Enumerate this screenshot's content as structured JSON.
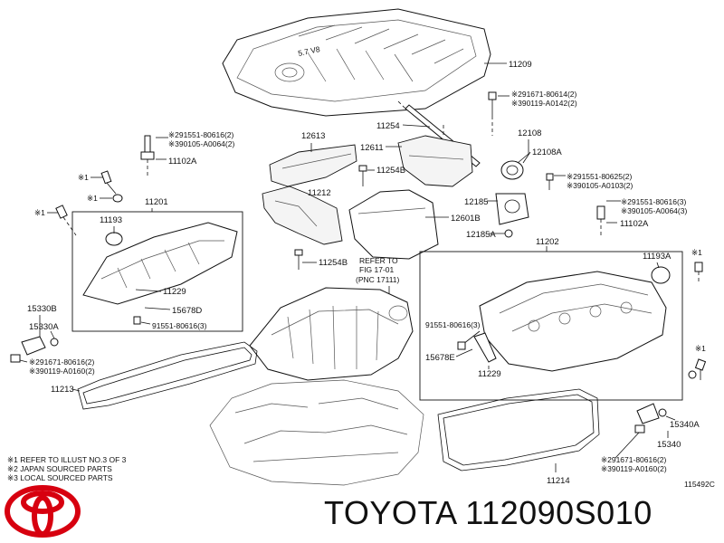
{
  "labels": {
    "p11209": "11209",
    "n1_291671_80614": "※291671-80614(2)",
    "n3_390119_A0142": "※390119-A0142(2)",
    "p11254": "11254",
    "p12108": "12108",
    "p12108A": "12108A",
    "n2_291551_80625": "※291551-80625(2)",
    "n3_390105_A0103": "※390105-A0103(2)",
    "p12185": "12185",
    "p12185A": "12185A",
    "n2_291551_80616_r": "※291551-80616(3)",
    "n3_390105_A0064_r": "※390105-A0064(3)",
    "p11102A_r": "11102A",
    "p12613": "12613",
    "p12611": "12611",
    "p11254B_top": "11254B",
    "p11212": "11212",
    "p12601B": "12601B",
    "p11254B_mid": "11254B",
    "refer1": "REFER TO",
    "refer2": "FIG 17-01",
    "refer3": "(PNC 17111)",
    "n2_291551_80616_l": "※291551-80616(2)",
    "n3_390105_A0064_l": "※390105-A0064(2)",
    "p11102A_l": "11102A",
    "m1_a": "※1",
    "m1_b": "※1",
    "m1_c": "※1",
    "p11201": "11201",
    "p11193_l": "11193",
    "p11229_l": "11229",
    "p15678D": "15678D",
    "p91551_80616_l": "91551-80616(3)",
    "p15330B": "15330B",
    "p15330A": "15330A",
    "n1_291671_80616_l": "※291671-80616(2)",
    "n3_390119_A0160_l": "※390119-A0160(2)",
    "p11213": "11213",
    "p11202": "11202",
    "p11193A": "11193A",
    "m1_r1": "※1",
    "m1_r2": "※1",
    "p91551_80616_r": "91551-80616(3)",
    "p15678E": "15678E",
    "p11229_r": "11229",
    "p15340A": "15340A",
    "p15340": "15340",
    "p11214": "11214",
    "n1_291671_80616_r": "※291671-80616(2)",
    "n3_390119_A0160_r": "※390119-A0160(2)",
    "legend1": "※1  REFER TO ILLUST NO.3 OF 3",
    "legend2": "※2  JAPAN SOURCED PARTS",
    "legend3": "※3  LOCAL SOURCED PARTS",
    "code": "115492C",
    "cover_text": "5.7 V8"
  },
  "brand": {
    "title": "TOYOTA 112090S010",
    "logo_color": "#d7000f"
  }
}
